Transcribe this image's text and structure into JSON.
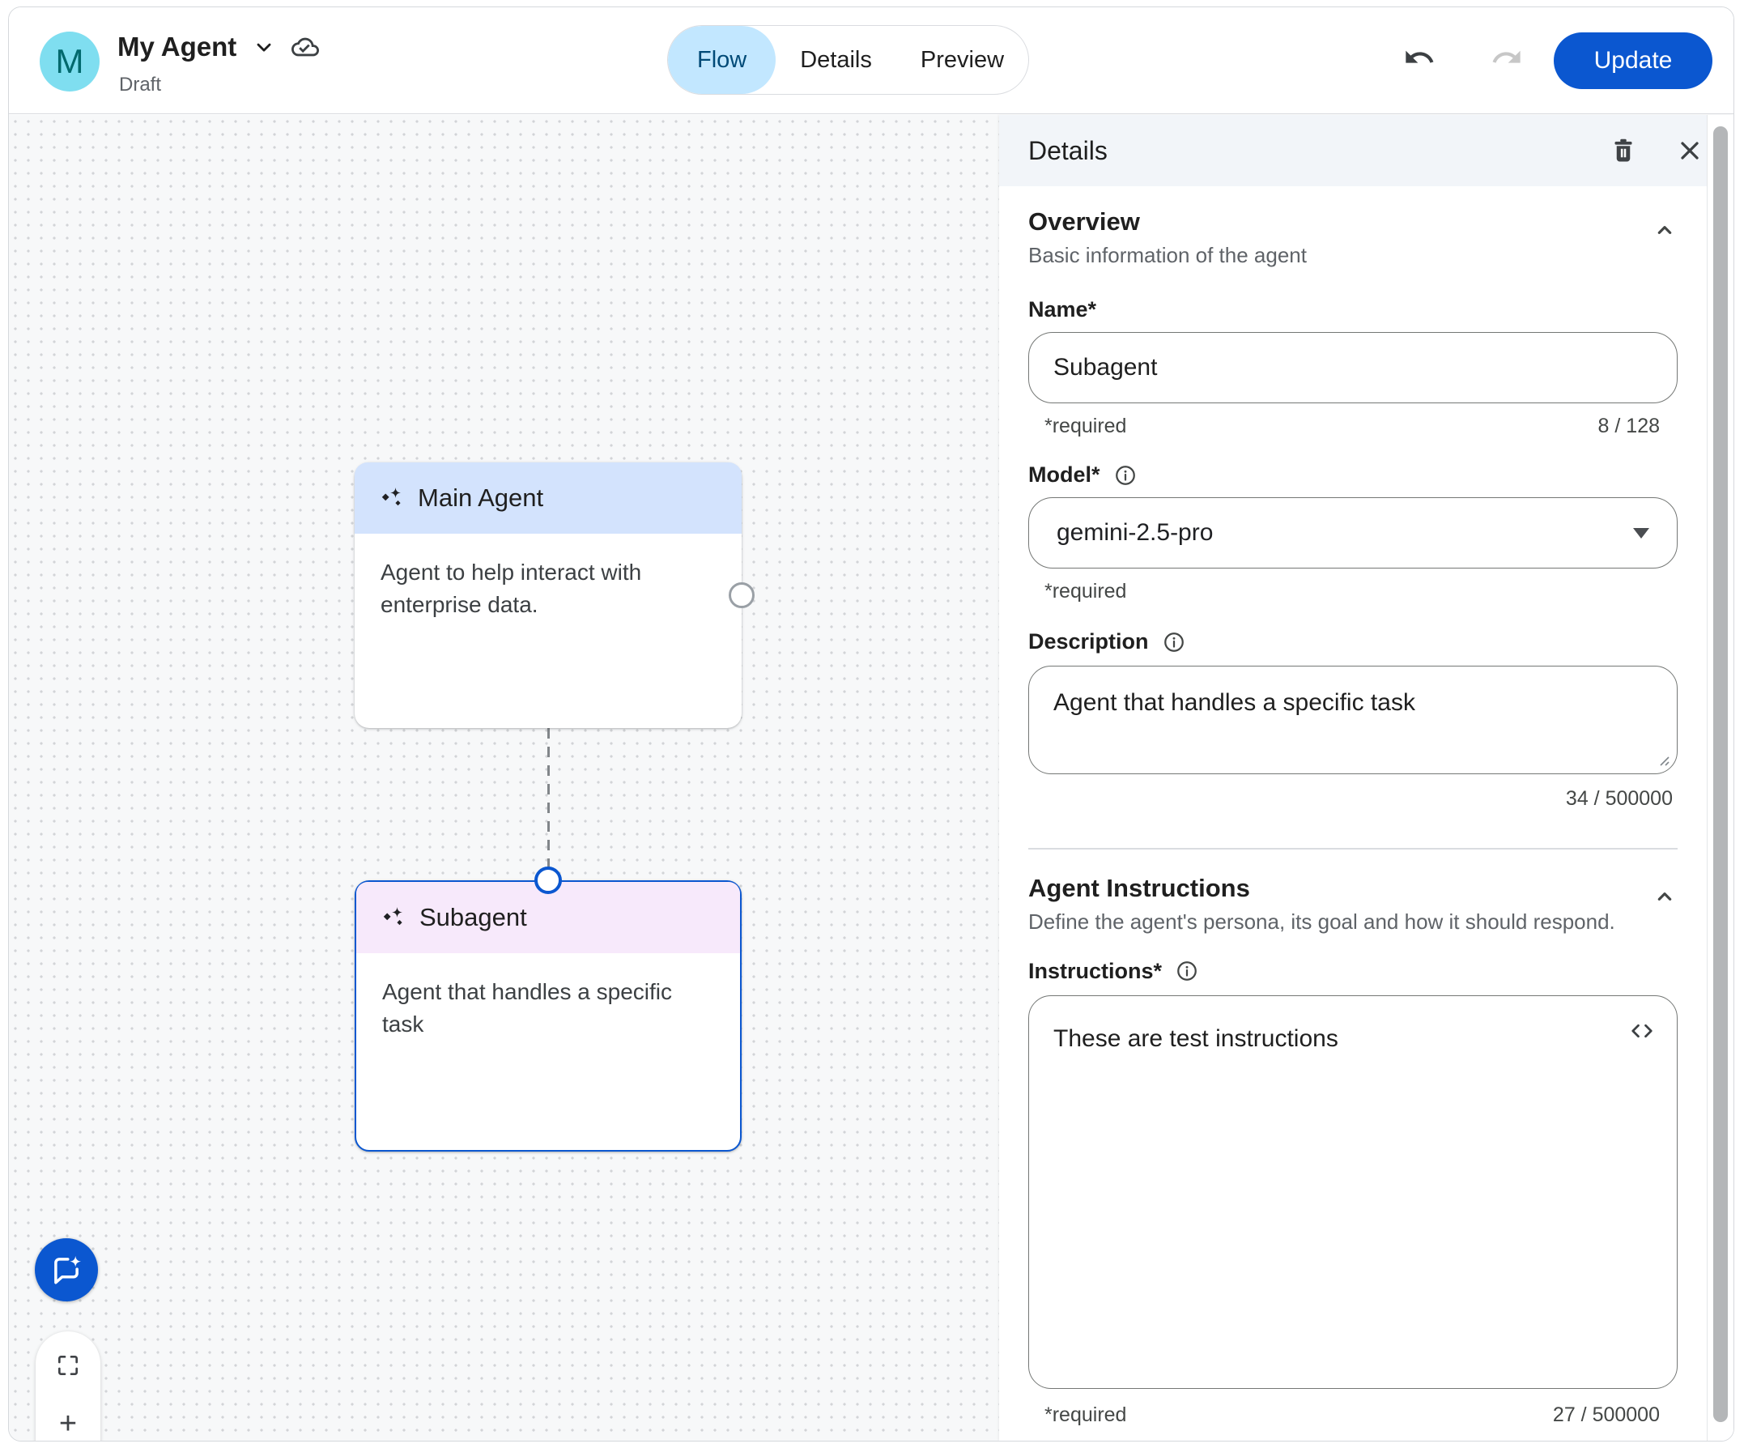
{
  "header": {
    "avatar_letter": "M",
    "agent_name": "My Agent",
    "status": "Draft",
    "tabs": [
      {
        "label": "Flow",
        "active": true
      },
      {
        "label": "Details",
        "active": false
      },
      {
        "label": "Preview",
        "active": false
      }
    ],
    "update_label": "Update"
  },
  "canvas": {
    "main_node": {
      "title": "Main Agent",
      "description": "Agent to help interact with enterprise data."
    },
    "sub_node": {
      "title": "Subagent",
      "description": "Agent that handles a specific task"
    },
    "zoom_in_label": "+",
    "zoom_out_label": "−"
  },
  "panel": {
    "title": "Details",
    "overview": {
      "heading": "Overview",
      "subheading": "Basic information of the agent"
    },
    "name_field": {
      "label": "Name*",
      "value": "Subagent",
      "helper": "*required",
      "counter": "8 / 128"
    },
    "model_field": {
      "label": "Model*",
      "value": "gemini-2.5-pro",
      "helper": "*required"
    },
    "description_field": {
      "label": "Description",
      "value": "Agent that handles a specific task",
      "counter": "34 / 500000"
    },
    "instructions_section": {
      "heading": "Agent Instructions",
      "subheading": "Define the agent's persona, its goal and how it should respond."
    },
    "instructions_field": {
      "label": "Instructions*",
      "value": "These are test instructions",
      "helper": "*required",
      "counter": "27 / 500000"
    }
  },
  "icons": {
    "cloud_done": "cloud with checkmark (saved)",
    "chevron_down": "▾",
    "collapse": "⌃",
    "undo": "↩",
    "redo": "↪",
    "trash": "delete",
    "close": "✕",
    "info": "ⓘ",
    "code": "< >",
    "sparkle": "✦ agent spark",
    "chat_sparkle": "AI chat bubble",
    "fit_screen": "⛶",
    "resize_grip": "⟋",
    "connector": "○"
  },
  "colors": {
    "accent": "#0b57d0",
    "active_tab_bg": "#c2e7ff",
    "active_tab_text": "#004a77",
    "main_node_header": "#d3e3fd",
    "sub_node_header": "#f7e9fb",
    "selected_border": "#0b57d0",
    "avatar_bg": "#7fdef0",
    "avatar_text": "#00696d",
    "panel_header_bg": "#f2f5f9",
    "canvas_bg": "#f7f8f9"
  }
}
